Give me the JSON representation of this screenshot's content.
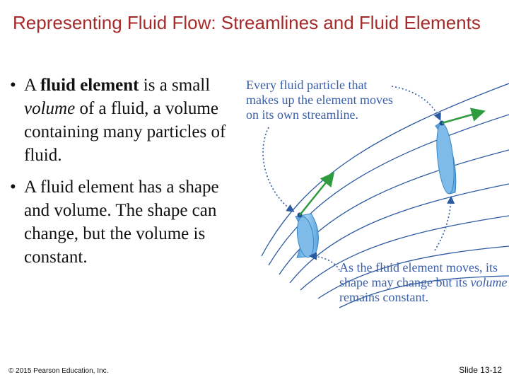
{
  "slide": {
    "title": "Representing Fluid Flow: Streamlines and Fluid Elements",
    "bullets": [
      {
        "parts": [
          {
            "text": "A ",
            "style": "normal"
          },
          {
            "text": "fluid element",
            "style": "bold"
          },
          {
            "text": " is a small ",
            "style": "normal"
          },
          {
            "text": "volume",
            "style": "italic"
          },
          {
            "text": " of a fluid, a volume containing many particles of fluid.",
            "style": "normal"
          }
        ]
      },
      {
        "parts": [
          {
            "text": "A fluid element has a shape and volume. The shape can change, but the volume is constant.",
            "style": "normal"
          }
        ]
      }
    ],
    "figure": {
      "caption_top": "Every fluid particle that makes up the element moves on its own streamline.",
      "caption_bottom_before": "As the fluid element moves, its shape may change but its ",
      "caption_bottom_italic": "volume",
      "caption_bottom_after": " remains constant.",
      "colors": {
        "streamline": "#2c5aa0",
        "element_fill": "#6fb2e6",
        "arrow": "#2e9b3f",
        "caption": "#3a5fa8"
      }
    },
    "footer_left": "© 2015 Pearson Education, Inc.",
    "footer_right": "Slide 13-12",
    "bullet_glyph": "•"
  }
}
